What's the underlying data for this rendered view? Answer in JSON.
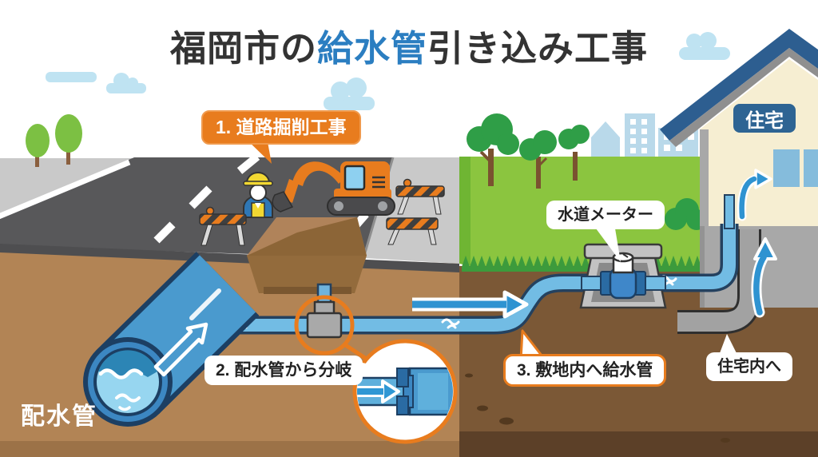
{
  "title": {
    "prefix": "福岡市の",
    "highlight": "給水管",
    "suffix": "引き込み工事"
  },
  "callouts": {
    "step1": {
      "label": "1. 道路掘削工事"
    },
    "step2": {
      "label": "2. 配水管から分岐"
    },
    "step3": {
      "label": "3. 敷地内へ給水管"
    },
    "water_meter": {
      "label": "水道メーター"
    },
    "into_house": {
      "label": "住宅内へ"
    }
  },
  "scene": {
    "house_badge": "住宅",
    "distribution_pipe_label": "配水管"
  },
  "colors": {
    "accent_orange": "#e87c1e",
    "title_highlight_blue": "#2b7ec1",
    "distribution_pipe_blue": "#4a9ace",
    "supply_pipe_blue": "#72bce4",
    "lawn_green": "#8bc53f",
    "roof_navy": "#2d5e90",
    "road_gray": "#58585a",
    "soil_left_brown": "#b28455",
    "soil_right_brown": "#7b5836"
  }
}
